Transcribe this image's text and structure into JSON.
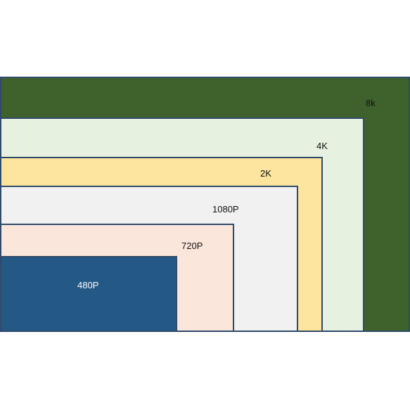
{
  "resolutions": [
    {
      "label": "8k",
      "fill": "#3f622c"
    },
    {
      "label": "4K",
      "fill": "#e6f1df"
    },
    {
      "label": "2K",
      "fill": "#fde59f"
    },
    {
      "label": "1080P",
      "fill": "#f1f1f1"
    },
    {
      "label": "720P",
      "fill": "#fbe6dc"
    },
    {
      "label": "480P",
      "fill": "#255985"
    }
  ],
  "border_color": "#2f4a6b"
}
